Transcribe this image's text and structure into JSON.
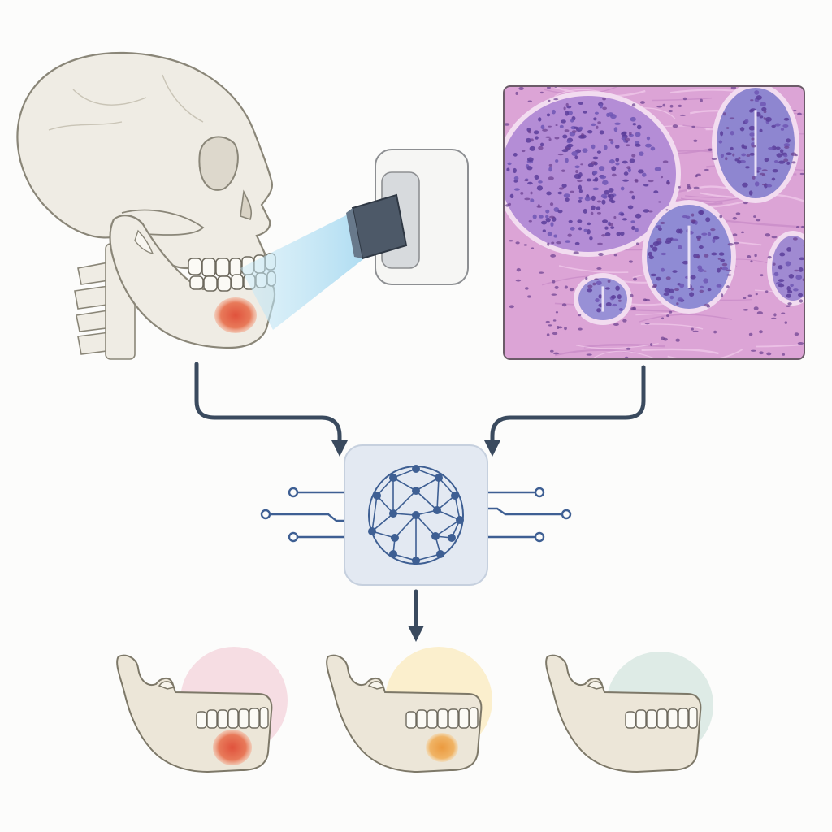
{
  "diagram": {
    "inputs": [
      {
        "name": "skull-with-xray-scanner",
        "icons": [
          "skull-icon",
          "xray-scanner-icon",
          "jaw-lesion-icon"
        ]
      },
      {
        "name": "histopathology-micrograph",
        "icons": [
          "histology-tissue-icon"
        ]
      }
    ],
    "processor": {
      "icon": "neural-network-icon"
    },
    "outputs": [
      {
        "name": "mandible-lesion-severe",
        "lesion": "high",
        "lesion_color": "#e0523c",
        "halo_color": "#f6dde3"
      },
      {
        "name": "mandible-lesion-moderate",
        "lesion": "medium",
        "lesion_color": "#eb9a3f",
        "halo_color": "#fbefcd"
      },
      {
        "name": "mandible-lesion-none",
        "lesion": "none",
        "lesion_color": "",
        "halo_color": "#deebe6"
      }
    ]
  },
  "colors": {
    "background": "#fcfcfb",
    "bone": "#efece4",
    "bone_stroke": "#8a8678",
    "arrow": "#3a4a5e",
    "network": "#3e5f93",
    "chip_fill": "#e3e9f2",
    "beam": "#9fd6f0",
    "tissue_bg": "#dca4d6"
  }
}
